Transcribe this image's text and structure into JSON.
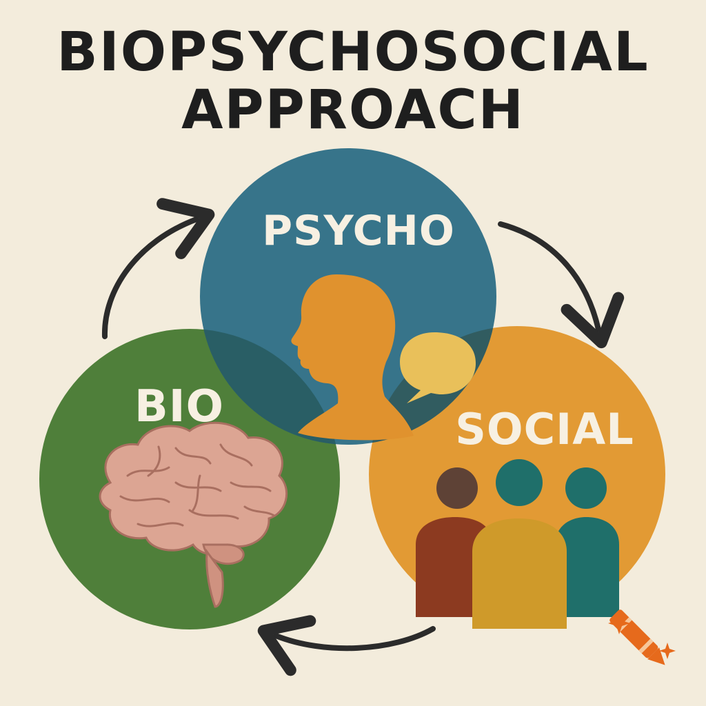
{
  "title": {
    "line1": "BIOPSYCHOSOCIAL",
    "line2": "APPROACH"
  },
  "circles": {
    "psycho": {
      "label": "PSYCHO",
      "color": "#2f6e86",
      "icon": "person-head-icon"
    },
    "bio": {
      "label": "BIO",
      "color": "#4f7f3a",
      "icon": "brain-icon"
    },
    "social": {
      "label": "SOCIAL",
      "color": "#e29a34",
      "icon": "group-people-icon"
    }
  },
  "arrows": [
    "bio-to-psycho-arrow",
    "psycho-to-social-arrow",
    "social-to-bio-arrow"
  ],
  "colors": {
    "background": "#f3ecdc",
    "title": "#1e1e1e",
    "label": "#f7f0e2",
    "speech_bubble": "#e9c05a",
    "brain": "#dca593"
  },
  "logo": "crayon-logo"
}
